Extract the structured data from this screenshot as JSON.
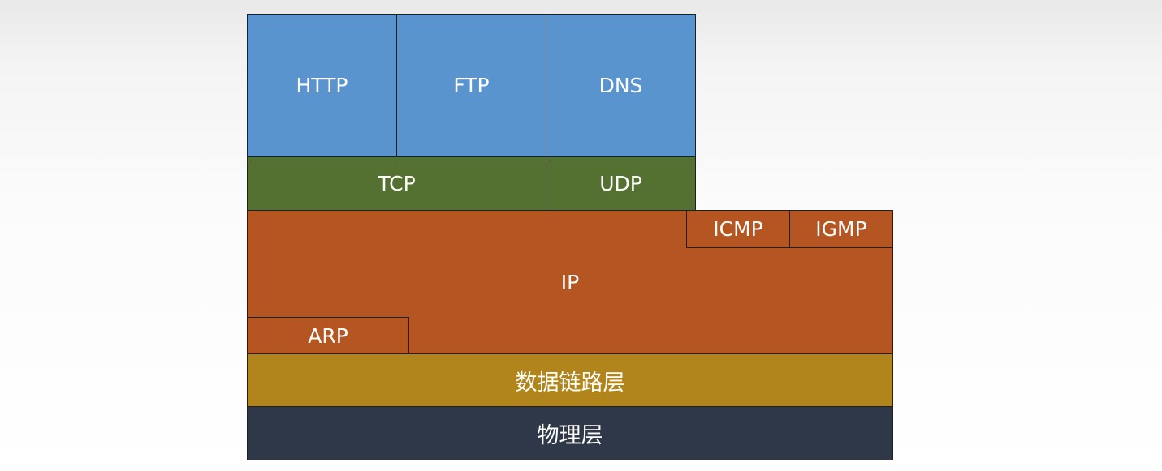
{
  "diagram": {
    "application_layer": {
      "http": "HTTP",
      "ftp": "FTP",
      "dns": "DNS"
    },
    "transport_layer": {
      "tcp": "TCP",
      "udp": "UDP"
    },
    "network_layer": {
      "ip": "IP",
      "icmp": "ICMP",
      "igmp": "IGMP",
      "arp": "ARP"
    },
    "data_link_layer": "数据链路层",
    "physical_layer": "物理层"
  },
  "colors": {
    "application": "#5994cf",
    "transport": "#547132",
    "network": "#b55622",
    "data_link": "#b1851b",
    "physical": "#2f3848",
    "border": "#1f1f1f",
    "text": "#ffffff"
  }
}
